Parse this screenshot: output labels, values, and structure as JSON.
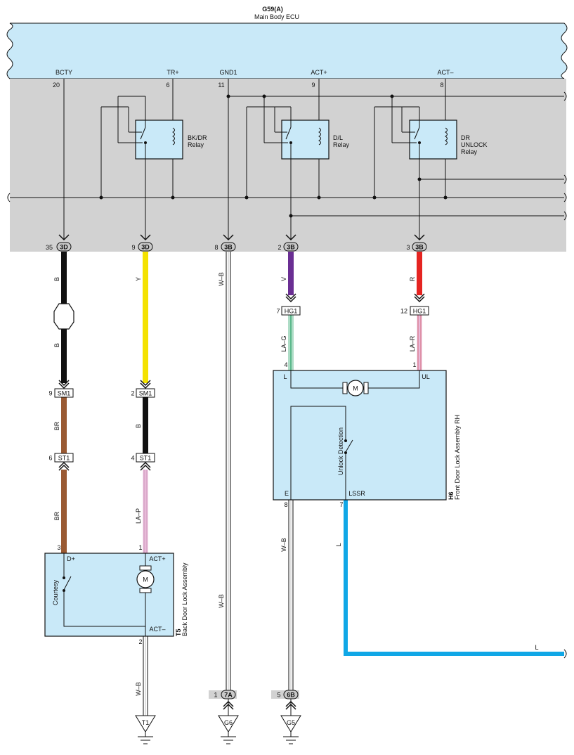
{
  "ecu": {
    "code": "G59(A)",
    "name": "Main Body ECU"
  },
  "ecu_pins": [
    {
      "label": "BCTY",
      "num": "20"
    },
    {
      "label": "TR+",
      "num": "6"
    },
    {
      "label": "GND1",
      "num": "11"
    },
    {
      "label": "ACT+",
      "num": "9"
    },
    {
      "label": "ACT–",
      "num": "8"
    }
  ],
  "relays": [
    {
      "line1": "BK/DR",
      "line2": "Relay",
      "line3": ""
    },
    {
      "line1": "D/L",
      "line2": "Relay",
      "line3": ""
    },
    {
      "line1": "DR",
      "line2": "UNLOCK",
      "line3": "Relay"
    }
  ],
  "bottom_connectors": [
    {
      "pin": "35",
      "conn": "3D"
    },
    {
      "pin": "9",
      "conn": "3D"
    },
    {
      "pin": "8",
      "conn": "3B"
    },
    {
      "pin": "2",
      "conn": "3B"
    },
    {
      "pin": "3",
      "conn": "3B"
    }
  ],
  "wires": {
    "w1_top": "B",
    "w1_bot": "B",
    "w1_br1": "BR",
    "w1_br2": "BR",
    "w2_top": "Y",
    "w2_mid": "B",
    "w2_bot": "LA–P",
    "w3_top": "W–B",
    "w3_bot": "W–B",
    "w4_top": "V",
    "w4_mid": "LA–G",
    "w5_top": "R",
    "w5_mid": "LA–R",
    "w6_bot": "W–B",
    "w7_l": "L",
    "w8_l": "L",
    "w9_bot": "W–B"
  },
  "sm1": [
    {
      "pin": "9",
      "conn": "SM1"
    },
    {
      "pin": "2",
      "conn": "SM1"
    }
  ],
  "st1": [
    {
      "pin": "6",
      "conn": "ST1"
    },
    {
      "pin": "4",
      "conn": "ST1"
    }
  ],
  "hg1": [
    {
      "pin": "7",
      "conn": "HG1"
    },
    {
      "pin": "12",
      "conn": "HG1"
    }
  ],
  "t5": {
    "code": "T5",
    "name": "Back Door Lock Assembly",
    "pin_d": "3",
    "pin_act": "1",
    "pin_gnd": "2",
    "label_d": "D+",
    "label_act": "ACT+",
    "label_actm": "ACT–",
    "switch": "Courtesy",
    "motor": "M"
  },
  "h6": {
    "code": "H6",
    "name": "Front Door Lock Assembly RH",
    "pin_l": "4",
    "pin_ul": "1",
    "pin_e": "8",
    "pin_lssr": "7",
    "label_l": "L",
    "label_ul": "UL",
    "label_e": "E",
    "label_lssr": "LSSR",
    "switch": "Unlock Detection",
    "motor": "M"
  },
  "grounds": [
    {
      "code": "T1"
    },
    {
      "code": "G6",
      "pin": "1",
      "conn": "7A"
    },
    {
      "code": "G5",
      "pin": "5",
      "conn": "6B"
    }
  ],
  "colors": {
    "ecu_fill": "#c9e9f8",
    "gray_band": "#d2d2d2",
    "black": "#111111",
    "yellow": "#f4e200",
    "purple": "#6a2e93",
    "red": "#e52421",
    "brown": "#9a5a33",
    "blue": "#10a7e6",
    "pink": "#e8b9d8",
    "green": "#5cb88c"
  }
}
